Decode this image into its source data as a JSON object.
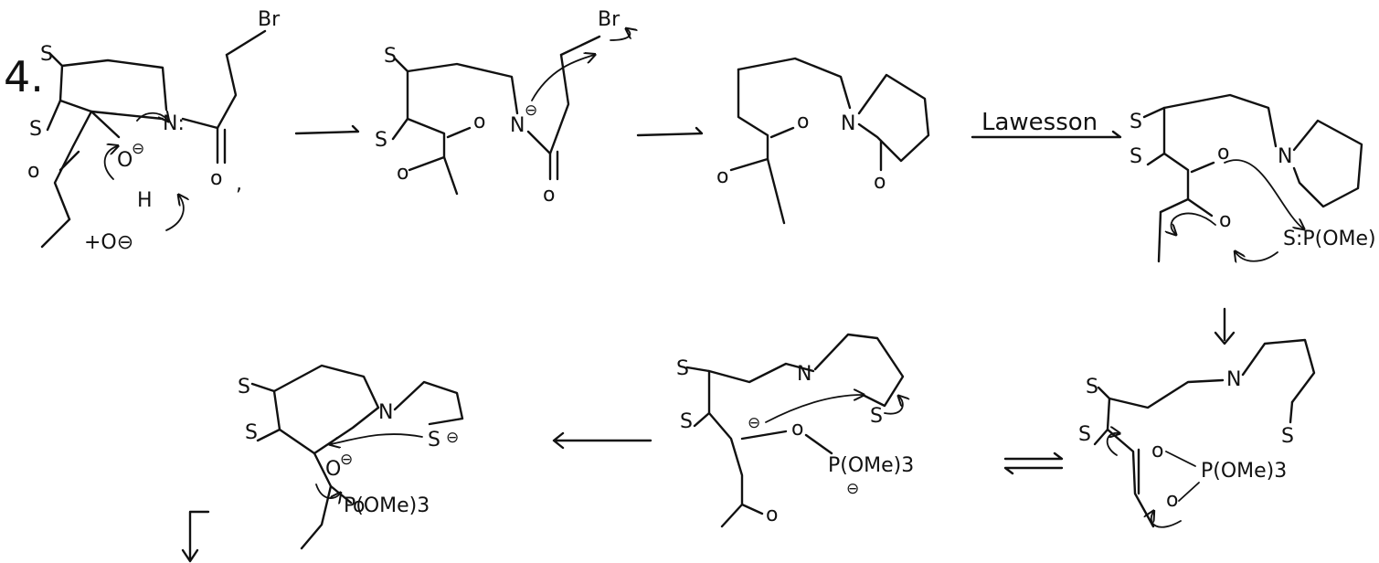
{
  "step_number": "4.",
  "reagent": "Lawesson",
  "atoms": {
    "sulfur": "S",
    "nitrogen": "N",
    "oxygen": "O",
    "bromine": "Br",
    "hydrogen": "H",
    "oxygen_lower": "o",
    "nitrogen_neutral": "N:"
  },
  "charges": {
    "anion": "⊖"
  },
  "groups": {
    "trimethyl_phosphite_frag": "P(OMe)3",
    "trimethyl_phosphite_label": "P(OMe)",
    "sulfur_phosphorus": "S:P(OMe)",
    "butoxide_base": "+O⊖",
    "phosphite_bound": "P(OMe)3"
  },
  "colors": {
    "ink": "#111111",
    "background": "#ffffff"
  }
}
